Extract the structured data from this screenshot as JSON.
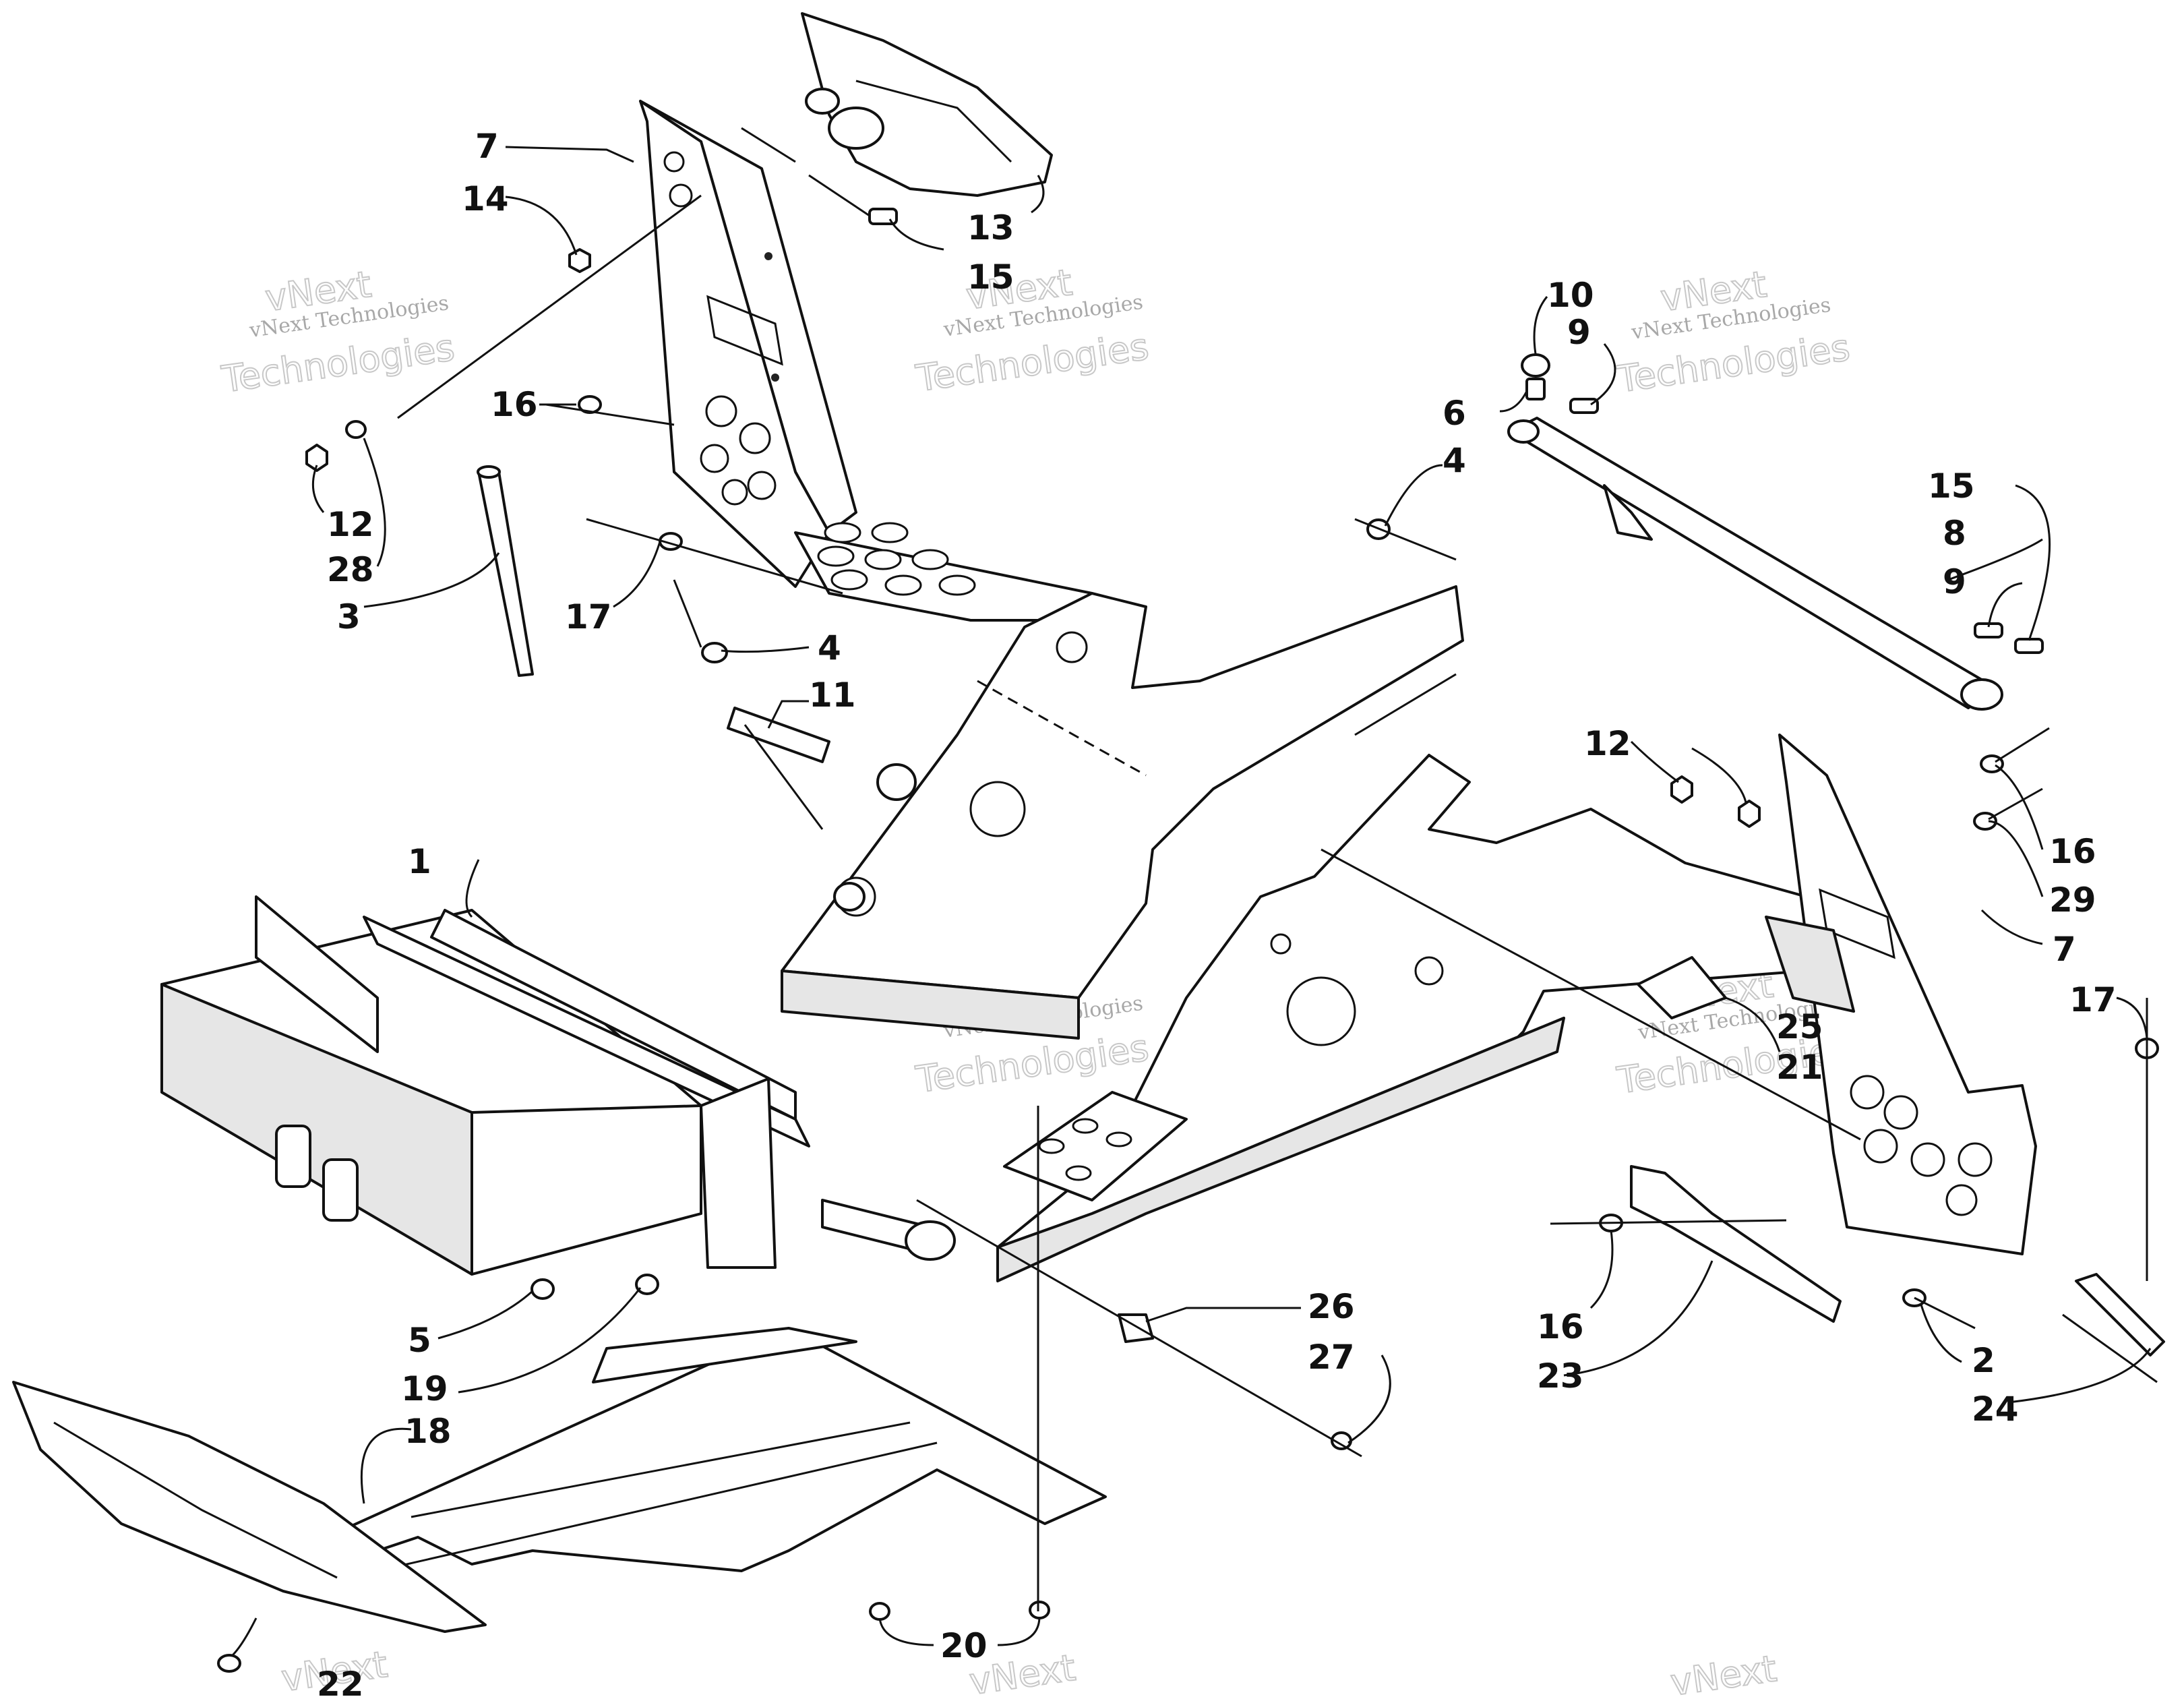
{
  "diagram": {
    "watermark": {
      "brand": "vNext",
      "company": "vNext Technologies",
      "word": "Technologies"
    },
    "callouts": [
      {
        "id": "c7a",
        "text": "7"
      },
      {
        "id": "c14",
        "text": "14"
      },
      {
        "id": "c13",
        "text": "13"
      },
      {
        "id": "c15a",
        "text": "15"
      },
      {
        "id": "c16a",
        "text": "16"
      },
      {
        "id": "c12a",
        "text": "12"
      },
      {
        "id": "c28",
        "text": "28"
      },
      {
        "id": "c3",
        "text": "3"
      },
      {
        "id": "c17a",
        "text": "17"
      },
      {
        "id": "c4a",
        "text": "4"
      },
      {
        "id": "c11",
        "text": "11"
      },
      {
        "id": "c10",
        "text": "10"
      },
      {
        "id": "c9a",
        "text": "9"
      },
      {
        "id": "c6",
        "text": "6"
      },
      {
        "id": "c4b",
        "text": "4"
      },
      {
        "id": "c15b",
        "text": "15"
      },
      {
        "id": "c8",
        "text": "8"
      },
      {
        "id": "c9b",
        "text": "9"
      },
      {
        "id": "c12b",
        "text": "12"
      },
      {
        "id": "c16b",
        "text": "16"
      },
      {
        "id": "c29",
        "text": "29"
      },
      {
        "id": "c7b",
        "text": "7"
      },
      {
        "id": "c17b",
        "text": "17"
      },
      {
        "id": "c25",
        "text": "25"
      },
      {
        "id": "c21",
        "text": "21"
      },
      {
        "id": "c1",
        "text": "1"
      },
      {
        "id": "c5",
        "text": "5"
      },
      {
        "id": "c19",
        "text": "19"
      },
      {
        "id": "c26",
        "text": "26"
      },
      {
        "id": "c27",
        "text": "27"
      },
      {
        "id": "c16c",
        "text": "16"
      },
      {
        "id": "c23",
        "text": "23"
      },
      {
        "id": "c2",
        "text": "2"
      },
      {
        "id": "c24",
        "text": "24"
      },
      {
        "id": "c18",
        "text": "18"
      },
      {
        "id": "c20",
        "text": "20"
      },
      {
        "id": "c22",
        "text": "22"
      }
    ]
  }
}
